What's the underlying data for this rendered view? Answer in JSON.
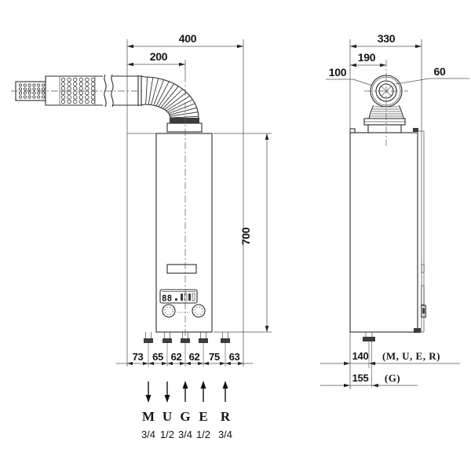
{
  "drawing": {
    "background": "#ffffff",
    "line_color": "#2b2b2b",
    "accent_dark": "#3c3c3c"
  },
  "front_view": {
    "dim_total_width": "400",
    "dim_flue_center_offset": "200",
    "dim_body_height": "700",
    "dim_bottom_chain": [
      "73",
      "65",
      "62",
      "62",
      "75",
      "63"
    ],
    "display_digits": "88",
    "connections": [
      {
        "letter": "M",
        "size": "3/4",
        "direction": "down"
      },
      {
        "letter": "U",
        "size": "1/2",
        "direction": "down"
      },
      {
        "letter": "G",
        "size": "3/4",
        "direction": "up"
      },
      {
        "letter": "E",
        "size": "1/2",
        "direction": "up"
      },
      {
        "letter": "R",
        "size": "3/4",
        "direction": "up"
      }
    ]
  },
  "side_view": {
    "dim_total_depth": "330",
    "dim_flue_center_offset": "190",
    "dim_flue_outer": "100",
    "dim_flue_inner": "60",
    "pipe_depths": [
      {
        "value": "140",
        "applies_to": "(M, U, E, R)"
      },
      {
        "value": "155",
        "applies_to": "(G)"
      }
    ]
  }
}
